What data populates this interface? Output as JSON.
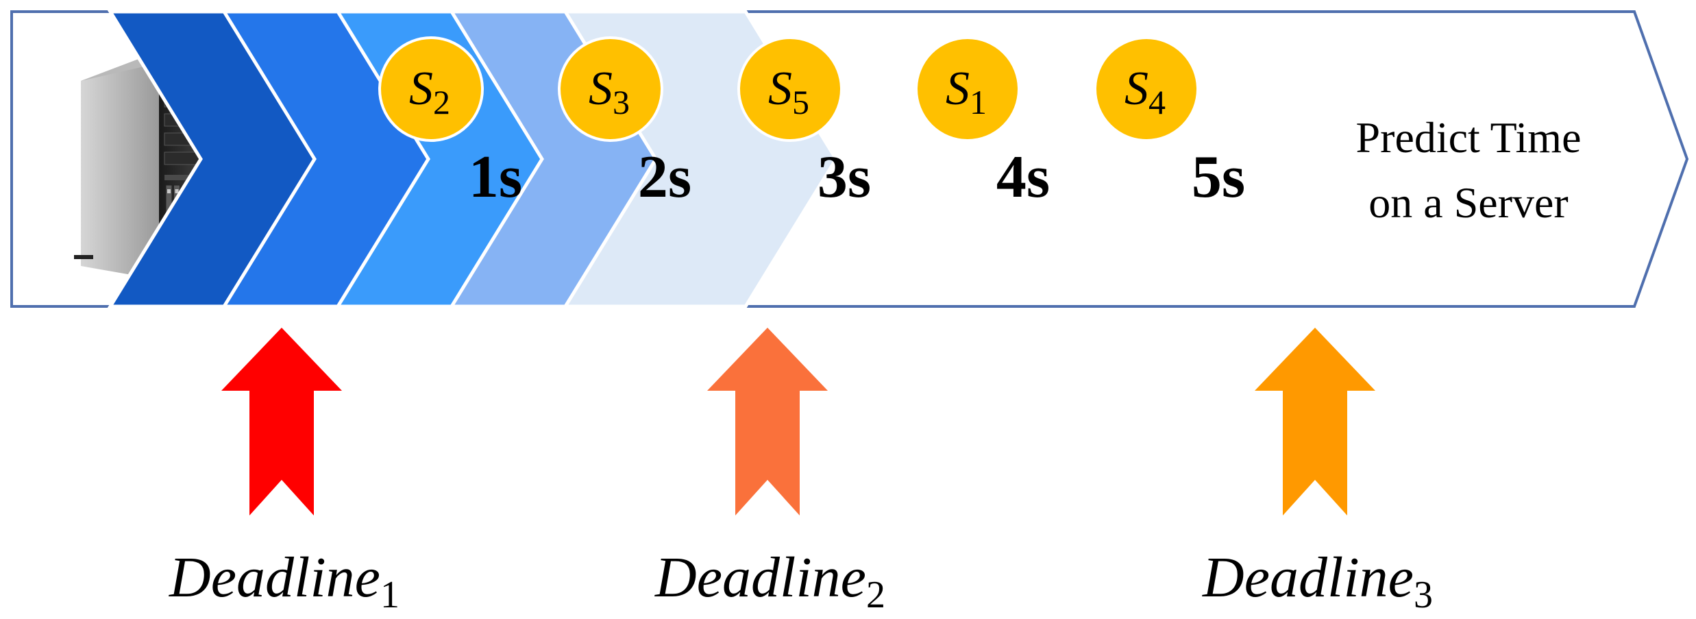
{
  "banner": {
    "text_line1": "Predict Time",
    "text_line2": "on a Server"
  },
  "chevrons": [
    {
      "server_base": "S",
      "server_sub": "2",
      "time": "1s",
      "fill": "#1259C3"
    },
    {
      "server_base": "S",
      "server_sub": "3",
      "time": "2s",
      "fill": "#2476EA"
    },
    {
      "server_base": "S",
      "server_sub": "5",
      "time": "3s",
      "fill": "#3A9BFB"
    },
    {
      "server_base": "S",
      "server_sub": "1",
      "time": "4s",
      "fill": "#86B3F4"
    },
    {
      "server_base": "S",
      "server_sub": "4",
      "time": "5s",
      "fill": "#DDE9F7"
    }
  ],
  "deadlines": [
    {
      "base": "Deadline",
      "sub": "1",
      "color": "#FF0000"
    },
    {
      "base": "Deadline",
      "sub": "2",
      "color": "#FA713B"
    },
    {
      "base": "Deadline",
      "sub": "3",
      "color": "#FF9900"
    }
  ],
  "colors": {
    "outline": "#4F6FAE",
    "badge_fill": "#FFC000",
    "badge_stroke": "#FFFFFF"
  },
  "icons": {
    "server": "server-tower-icon"
  }
}
